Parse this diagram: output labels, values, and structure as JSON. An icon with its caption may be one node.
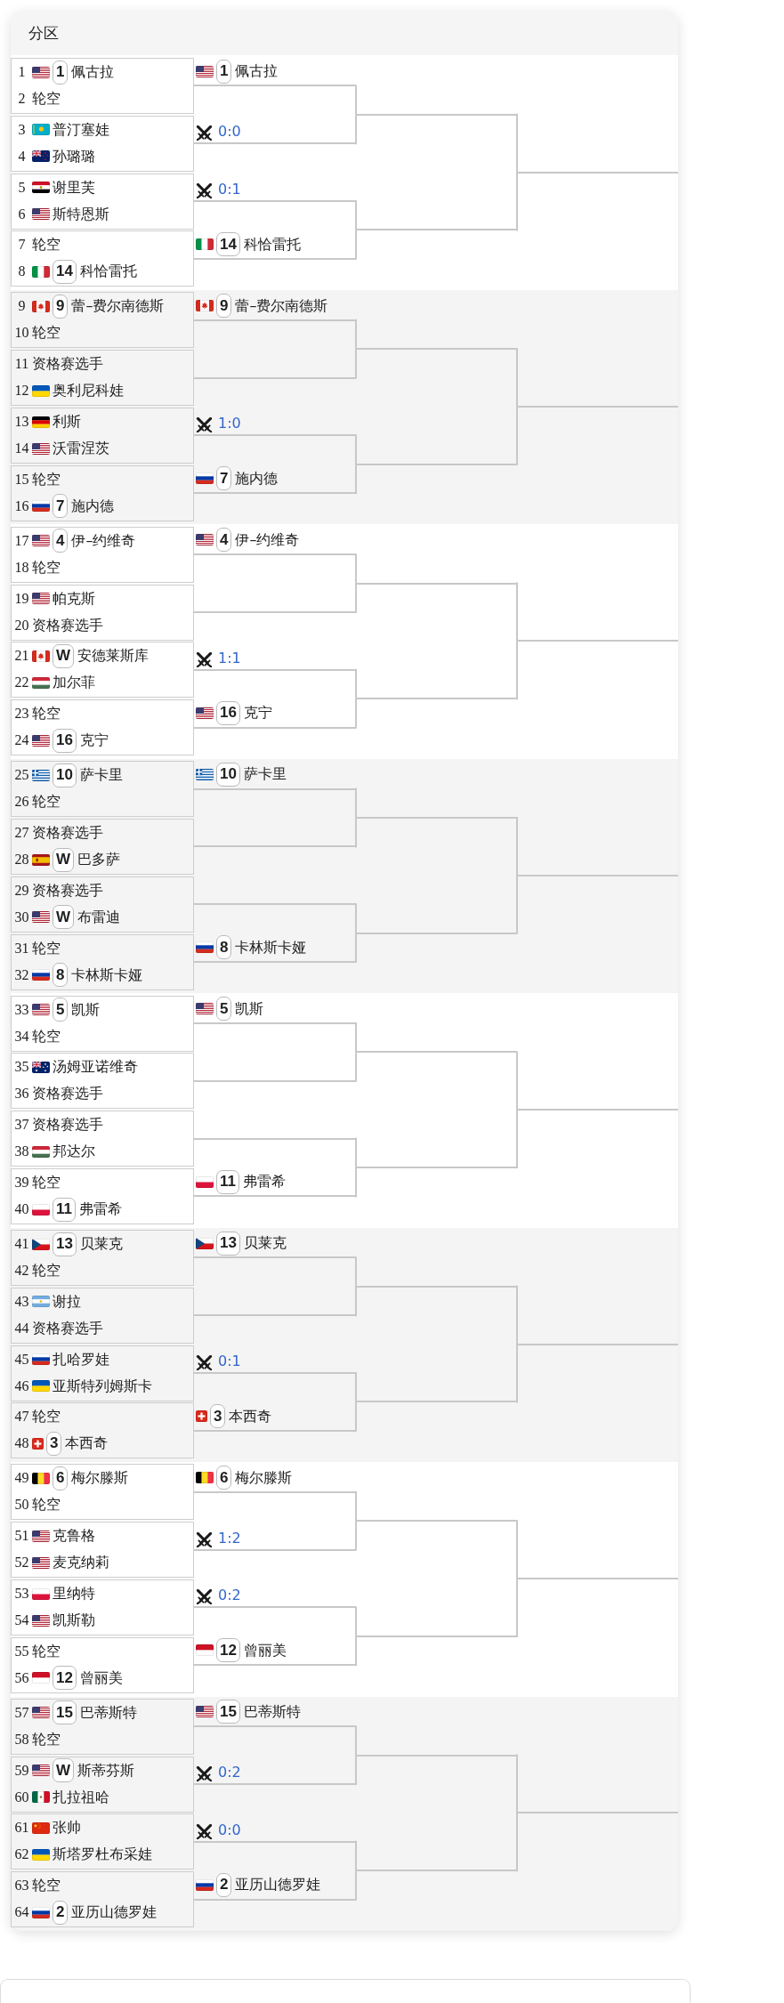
{
  "diagram": {
    "title": "分区",
    "nodes": [
      {
        "text": [
          "1",
          "佩古拉",
          "2",
          "轮空"
        ]
      },
      {
        "text": [
          "1"
        ],
        "in": 0
      },
      {
        "text": [
          "3",
          "普汀塞娃",
          "4",
          "孙璐璐"
        ]
      },
      {
        "text": [
          "5",
          "谢里芙",
          "6",
          "斯特恩斯"
        ]
      },
      {
        "text": [
          "7",
          "轮空",
          "8",
          "科恰雷托"
        ]
      },
      {
        "text": [
          "14"
        ],
        "in": 4
      },
      {
        "text": [
          "佩古拉"
        ]
      },
      {
        "text": [
          "1"
        ],
        "in": 6
      },
      {
        "text": [
          "0:0"
        ]
      },
      {
        "text": [
          "0:1"
        ]
      },
      {
        "text": [
          "科恰雷托"
        ]
      },
      {
        "text": [
          "14"
        ],
        "in": 10
      },
      {
        "text": [],
        "shape": "line"
      },
      {
        "text": [],
        "shape": "line"
      },
      {
        "text": [],
        "shape": "line"
      },
      {
        "text": [
          "9",
          "蕾–费尔南德斯",
          "10",
          "轮空"
        ]
      },
      {
        "text": [
          "9"
        ],
        "in": 15
      },
      {
        "text": [
          "11",
          "资格赛选手",
          "12",
          "奥利尼科娃"
        ]
      },
      {
        "text": [
          "13",
          "利斯",
          "14",
          "沃雷涅茨"
        ]
      },
      {
        "text": [
          "15",
          "轮空",
          "16",
          "施内德"
        ]
      },
      {
        "text": [
          "7"
        ],
        "in": 19
      },
      {
        "text": [
          "蕾–费尔南德斯"
        ]
      },
      {
        "text": [
          "9"
        ],
        "in": 21
      },
      {
        "text": [],
        "shape": "line"
      },
      {
        "text": [
          "1:0"
        ]
      },
      {
        "text": [
          "施内德"
        ]
      },
      {
        "text": [
          "7"
        ],
        "in": 25
      },
      {
        "text": [],
        "shape": "line"
      },
      {
        "text": [],
        "shape": "line"
      },
      {
        "text": [],
        "shape": "line"
      },
      {
        "text": [
          "17",
          "伊–约维奇",
          "18",
          "轮空"
        ]
      },
      {
        "text": [
          "4"
        ],
        "in": 30
      },
      {
        "text": [
          "19",
          "帕克斯",
          "20",
          "资格赛选手"
        ]
      },
      {
        "text": [
          "21",
          "安德莱斯库",
          "22",
          "加尔菲"
        ]
      },
      {
        "text": [
          "W"
        ],
        "in": 33
      },
      {
        "text": [
          "23",
          "轮空",
          "24",
          "克宁"
        ]
      },
      {
        "text": [
          "16"
        ],
        "in": 35
      },
      {
        "text": [
          "伊–约维奇"
        ]
      },
      {
        "text": [
          "4"
        ],
        "in": 37
      },
      {
        "text": [],
        "shape": "line"
      },
      {
        "text": [
          "1:1"
        ]
      },
      {
        "text": [
          "克宁"
        ]
      },
      {
        "text": [
          "16"
        ],
        "in": 41
      },
      {
        "text": [],
        "shape": "line"
      },
      {
        "text": [],
        "shape": "line"
      },
      {
        "text": [],
        "shape": "line"
      },
      {
        "text": [
          "25",
          "萨卡里",
          "26",
          "轮空"
        ]
      },
      {
        "text": [
          "10"
        ],
        "in": 46
      },
      {
        "text": [
          "27",
          "资格赛选手",
          "28",
          "巴多萨"
        ]
      },
      {
        "text": [
          "W"
        ],
        "in": 48
      },
      {
        "text": [
          "29",
          "资格赛选手",
          "30",
          "布雷迪"
        ]
      },
      {
        "text": [
          "W"
        ],
        "in": 50
      },
      {
        "text": [
          "31",
          "轮空",
          "32",
          "卡林斯卡娅"
        ]
      },
      {
        "text": [
          "8"
        ],
        "in": 52
      },
      {
        "text": [
          "萨卡里"
        ]
      },
      {
        "text": [
          "10"
        ],
        "in": 54
      },
      {
        "text": [],
        "shape": "line"
      },
      {
        "text": [],
        "shape": "line"
      },
      {
        "text": [
          "卡林斯卡娅"
        ]
      },
      {
        "text": [
          "8"
        ],
        "in": 58
      },
      {
        "text": [],
        "shape": "line"
      },
      {
        "text": [],
        "shape": "line"
      },
      {
        "text": [],
        "shape": "line"
      },
      {
        "text": [
          "33",
          "凯斯",
          "34",
          "轮空"
        ]
      },
      {
        "text": [
          "5"
        ],
        "in": 63
      },
      {
        "text": [
          "35",
          "汤姆亚诺维奇",
          "36",
          "资格赛选手"
        ]
      },
      {
        "text": [
          "37",
          "资格赛选手",
          "38",
          "邦达尔"
        ]
      },
      {
        "text": [
          "39",
          "轮空",
          "40",
          "弗雷希"
        ]
      },
      {
        "text": [
          "11"
        ],
        "in": 67
      },
      {
        "text": [
          "凯斯"
        ]
      },
      {
        "text": [
          "5"
        ],
        "in": 69
      },
      {
        "text": [],
        "shape": "line"
      },
      {
        "text": [],
        "shape": "line"
      },
      {
        "text": [
          "弗雷希"
        ]
      },
      {
        "text": [
          "11"
        ],
        "in": 73
      },
      {
        "text": [],
        "shape": "line"
      },
      {
        "text": [],
        "shape": "line"
      },
      {
        "text": [],
        "shape": "line"
      },
      {
        "text": [
          "41",
          "贝莱克",
          "42",
          "轮空"
        ]
      },
      {
        "text": [
          "13"
        ],
        "in": 78
      },
      {
        "text": [
          "43",
          "谢拉",
          "44",
          "资格赛选手"
        ]
      },
      {
        "text": [
          "45",
          "扎哈罗娃",
          "46",
          "亚斯特列姆斯卡"
        ]
      },
      {
        "text": [
          "47",
          "轮空",
          "48",
          "本西奇"
        ]
      },
      {
        "text": [
          "3"
        ],
        "in": 82
      },
      {
        "text": [
          "贝莱克"
        ]
      },
      {
        "text": [
          "13"
        ],
        "in": 84
      },
      {
        "text": [],
        "shape": "line"
      },
      {
        "text": [
          "0:1"
        ]
      },
      {
        "text": [
          "本西奇"
        ]
      },
      {
        "text": [
          "3"
        ],
        "in": 88
      },
      {
        "text": [],
        "shape": "line"
      },
      {
        "text": [],
        "shape": "line"
      },
      {
        "text": [],
        "shape": "line"
      },
      {
        "text": [
          "49",
          "梅尔滕斯",
          "50",
          "轮空"
        ]
      },
      {
        "text": [
          "6"
        ],
        "in": 93
      },
      {
        "text": [
          "51",
          "克鲁格",
          "52",
          "麦克纳莉"
        ]
      },
      {
        "text": [
          "53",
          "里纳特",
          "54",
          "凯斯勒"
        ]
      },
      {
        "text": [
          "55",
          "轮空",
          "56",
          "曾丽美"
        ]
      },
      {
        "text": [
          "12"
        ],
        "in": 97
      },
      {
        "text": [
          "梅尔滕斯"
        ]
      },
      {
        "text": [
          "6"
        ],
        "in": 99
      },
      {
        "text": [
          "1:2"
        ]
      },
      {
        "text": [
          "0:2"
        ]
      },
      {
        "text": [
          "曾丽美"
        ]
      },
      {
        "text": [
          "12"
        ],
        "in": 103
      },
      {
        "text": [],
        "shape": "line"
      },
      {
        "text": [],
        "shape": "line"
      },
      {
        "text": [],
        "shape": "line"
      },
      {
        "text": [
          "57",
          "巴蒂斯特",
          "58",
          "轮空"
        ]
      },
      {
        "text": [
          "15"
        ],
        "in": 108
      },
      {
        "text": [
          "59",
          "斯蒂芬斯",
          "60",
          "扎拉祖哈"
        ]
      },
      {
        "text": [
          "W"
        ],
        "in": 110
      },
      {
        "text": [
          "61",
          "张帅",
          "62",
          "斯塔罗杜布采娃"
        ]
      },
      {
        "text": [
          "63",
          "轮空",
          "64",
          "亚历山德罗娃"
        ]
      },
      {
        "text": [
          "2"
        ],
        "in": 113
      },
      {
        "text": [
          "巴蒂斯特"
        ]
      },
      {
        "text": [
          "15"
        ],
        "in": 115
      },
      {
        "text": [
          "0:2"
        ]
      },
      {
        "text": [
          "0:0"
        ]
      },
      {
        "text": [
          "亚历山德罗娃"
        ]
      },
      {
        "text": [
          "2"
        ],
        "in": 119
      },
      {
        "text": [],
        "shape": "line"
      },
      {
        "text": [],
        "shape": "line"
      },
      {
        "text": [],
        "shape": "line"
      }
    ],
    "edges": [
      {
        "from": 6,
        "to": 12,
        "arrow": "none"
      },
      {
        "from": 8,
        "to": 12,
        "arrow": "none"
      },
      {
        "from": 9,
        "to": 13,
        "arrow": "none"
      },
      {
        "from": 10,
        "to": 13,
        "arrow": "none"
      },
      {
        "from": 12,
        "to": 14,
        "arrow": "none"
      },
      {
        "from": 13,
        "to": 14,
        "arrow": "none"
      },
      {
        "from": 21,
        "to": 27,
        "arrow": "none"
      },
      {
        "from": 23,
        "to": 27,
        "arrow": "none"
      },
      {
        "from": 24,
        "to": 28,
        "arrow": "none"
      },
      {
        "from": 25,
        "to": 28,
        "arrow": "none"
      },
      {
        "from": 27,
        "to": 29,
        "arrow": "none"
      },
      {
        "from": 28,
        "to": 29,
        "arrow": "none"
      },
      {
        "from": 37,
        "to": 43,
        "arrow": "none"
      },
      {
        "from": 39,
        "to": 43,
        "arrow": "none"
      },
      {
        "from": 40,
        "to": 44,
        "arrow": "none"
      },
      {
        "from": 41,
        "to": 44,
        "arrow": "none"
      },
      {
        "from": 43,
        "to": 45,
        "arrow": "none"
      },
      {
        "from": 44,
        "to": 45,
        "arrow": "none"
      },
      {
        "from": 54,
        "to": 60,
        "arrow": "none"
      },
      {
        "from": 56,
        "to": 60,
        "arrow": "none"
      },
      {
        "from": 57,
        "to": 61,
        "arrow": "none"
      },
      {
        "from": 58,
        "to": 61,
        "arrow": "none"
      },
      {
        "from": 60,
        "to": 62,
        "arrow": "none"
      },
      {
        "from": 61,
        "to": 62,
        "arrow": "none"
      },
      {
        "from": 69,
        "to": 75,
        "arrow": "none"
      },
      {
        "from": 71,
        "to": 75,
        "arrow": "none"
      },
      {
        "from": 72,
        "to": 76,
        "arrow": "none"
      },
      {
        "from": 73,
        "to": 76,
        "arrow": "none"
      },
      {
        "from": 75,
        "to": 77,
        "arrow": "none"
      },
      {
        "from": 76,
        "to": 77,
        "arrow": "none"
      },
      {
        "from": 84,
        "to": 90,
        "arrow": "none"
      },
      {
        "from": 86,
        "to": 90,
        "arrow": "none"
      },
      {
        "from": 87,
        "to": 91,
        "arrow": "none"
      },
      {
        "from": 88,
        "to": 91,
        "arrow": "none"
      },
      {
        "from": 90,
        "to": 92,
        "arrow": "none"
      },
      {
        "from": 91,
        "to": 92,
        "arrow": "none"
      },
      {
        "from": 99,
        "to": 105,
        "arrow": "none"
      },
      {
        "from": 101,
        "to": 105,
        "arrow": "none"
      },
      {
        "from": 102,
        "to": 106,
        "arrow": "none"
      },
      {
        "from": 103,
        "to": 106,
        "arrow": "none"
      },
      {
        "from": 105,
        "to": 107,
        "arrow": "none"
      },
      {
        "from": 106,
        "to": 107,
        "arrow": "none"
      },
      {
        "from": 115,
        "to": 121,
        "arrow": "none"
      },
      {
        "from": 117,
        "to": 121,
        "arrow": "none"
      },
      {
        "from": 118,
        "to": 122,
        "arrow": "none"
      },
      {
        "from": 119,
        "to": 122,
        "arrow": "none"
      },
      {
        "from": 121,
        "to": 123,
        "arrow": "none"
      },
      {
        "from": 122,
        "to": 123,
        "arrow": "none"
      }
    ]
  }
}
